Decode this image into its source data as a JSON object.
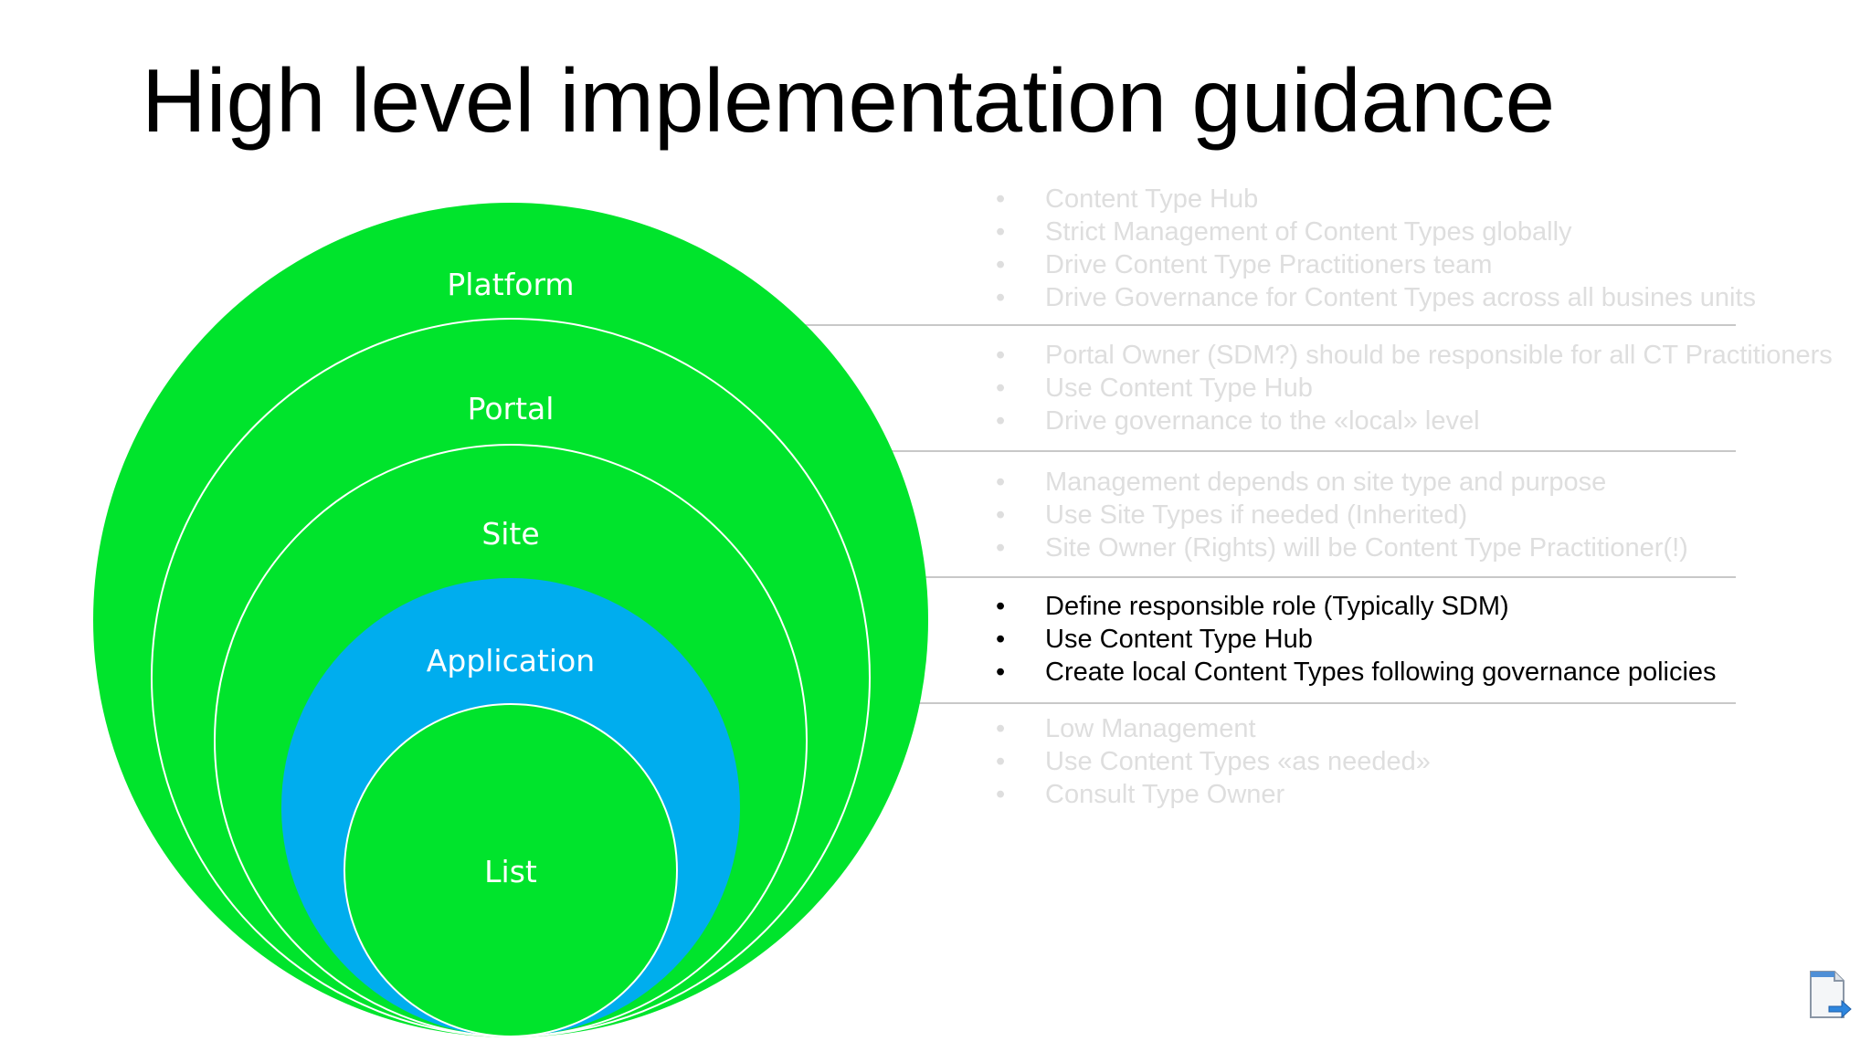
{
  "title": "High level implementation guidance",
  "levels": [
    {
      "label": "Platform",
      "bullets": [
        "Content Type Hub",
        "Strict Management of Content Types globally",
        "Drive Content Type Practitioners team",
        "Drive Governance for Content Types across all busines units"
      ]
    },
    {
      "label": "Portal",
      "bullets": [
        "Portal Owner (SDM?) should be responsible for all CT Practitioners",
        "Use Content Type Hub",
        "Drive governance to the «local» level"
      ]
    },
    {
      "label": "Site",
      "bullets": [
        "Management depends on site type and purpose",
        "Use Site Types if needed (Inherited)",
        "Site Owner (Rights) will be Content Type Practitioner(!)"
      ]
    },
    {
      "label": "Application",
      "bullets": [
        "Define responsible role (Typically SDM)",
        "Use Content Type Hub",
        "Create local Content Types following governance policies"
      ]
    },
    {
      "label": "List",
      "bullets": [
        "Low Management",
        "Use Content Types «as needed»",
        "Consult Type Owner"
      ]
    }
  ],
  "active_level": "Application",
  "colors": {
    "green": "#00e42c",
    "blue": "#00adee",
    "muted_text": "#dedede",
    "active_text": "#000000",
    "divider": "#c8c8c8"
  }
}
